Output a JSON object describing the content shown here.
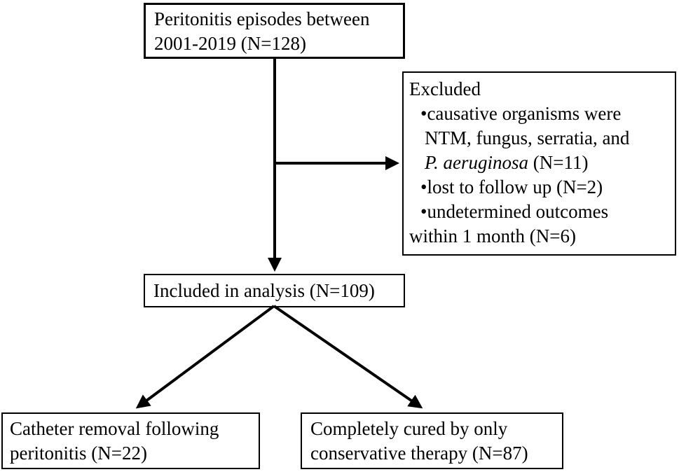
{
  "colors": {
    "line": "#000000",
    "text": "#000000",
    "background": "#ffffff"
  },
  "flowchart": {
    "top_box": {
      "line1": "Peritonitis episodes between",
      "line2": "2001-2019 (N=128)"
    },
    "excluded_box": {
      "title": "Excluded",
      "bullet1_line1": "•causative organisms were",
      "bullet1_line2": "NTM, fungus, serratia, and",
      "bullet1_line3_italic": "P. aeruginosa",
      "bullet1_line3_rest": " (N=11)",
      "bullet2": "•lost to follow up (N=2)",
      "bullet3_line1": "•undetermined outcomes",
      "bullet3_line2": "within 1 month (N=6)"
    },
    "included_box": {
      "text": "Included in analysis (N=109)"
    },
    "bottom_left_box": {
      "line1": "Catheter removal following",
      "line2": "peritonitis (N=22)"
    },
    "bottom_right_box": {
      "line1": "Completely cured by only",
      "line2": "conservative therapy (N=87)"
    }
  }
}
